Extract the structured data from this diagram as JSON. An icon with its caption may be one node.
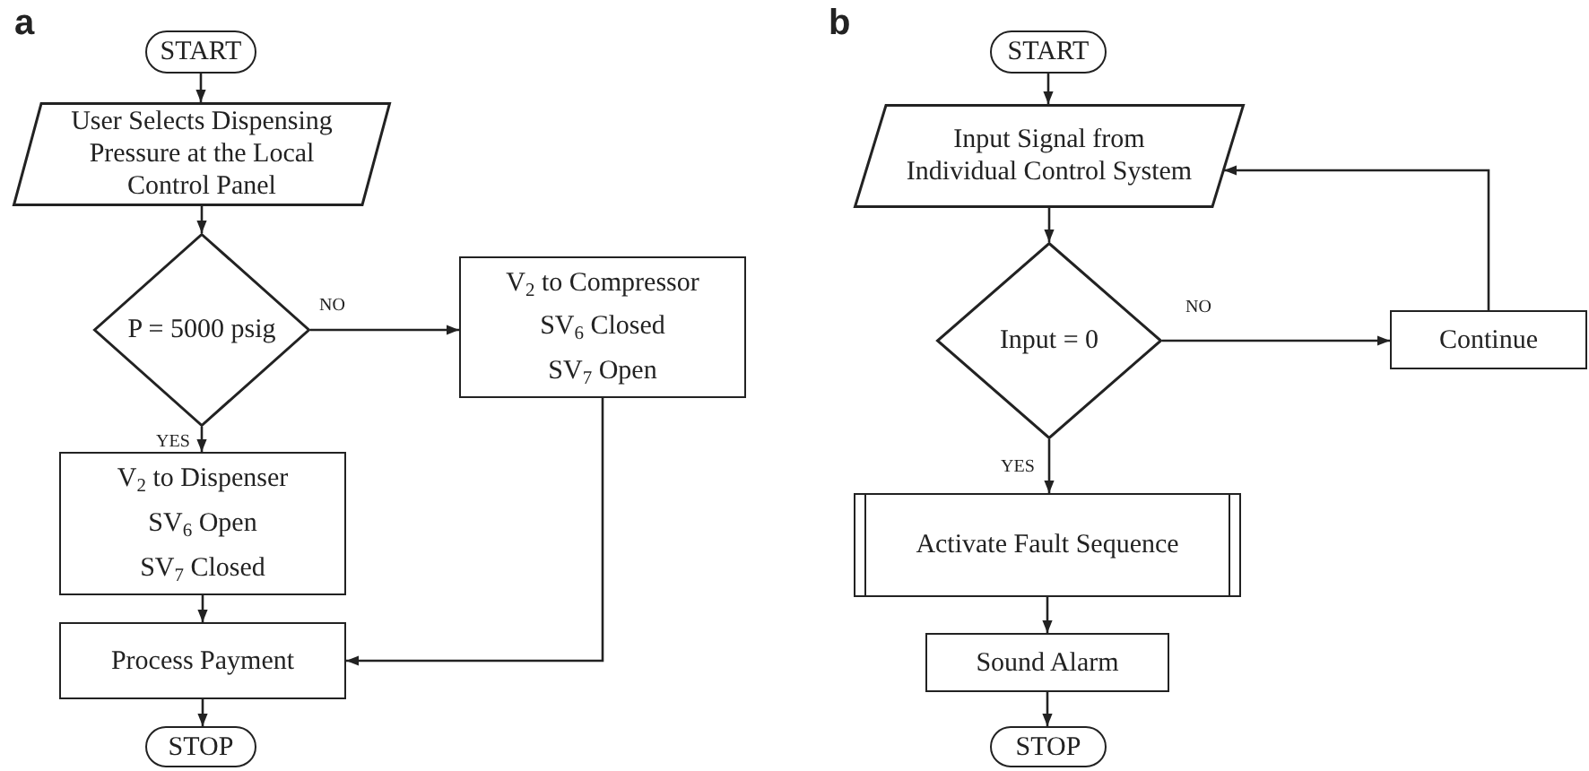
{
  "diagram": {
    "nodes": [
      {
        "text": [
          "START"
        ]
      },
      {
        "text": [
          "User Selects Dispensing Pressure at the Local Control Panel"
        ]
      },
      {
        "text": [
          "P = 5000 psig"
        ]
      },
      {
        "text": [
          "V$_{2}$ to Compressor",
          "SV$_{6}$ Closed",
          "SV$_{7}$ Open"
        ]
      },
      {
        "text": [
          "V$_{2}$ to Dispenser",
          "SV$_{6}$ Open",
          "SV$_{7}$ Closed"
        ]
      },
      {
        "text": [
          "Process Payment"
        ]
      },
      {
        "text": [
          "STOP"
        ]
      },
      {
        "text": [
          "START"
        ]
      },
      {
        "text": [
          "Input Signal from Individual Control System"
        ]
      },
      {
        "text": [
          "Input = 0"
        ]
      },
      {
        "text": [
          "Continue"
        ]
      },
      {
        "text": [
          "Activate Fault Sequence"
        ]
      },
      {
        "text": [
          "Sound Alarm"
        ]
      },
      {
        "text": [
          "STOP"
        ]
      }
    ],
    "edges": [
      {
        "from": 0,
        "to": 1,
        "arrow": "to"
      },
      {
        "from": 1,
        "to": 2,
        "arrow": "to"
      },
      {
        "from": 2,
        "to": 3,
        "arrow": "to",
        "label": "NO"
      },
      {
        "from": 2,
        "to": 4,
        "arrow": "to",
        "label": "YES"
      },
      {
        "from": 4,
        "to": 5,
        "arrow": "to"
      },
      {
        "from": 3,
        "to": 5,
        "arrow": "to"
      },
      {
        "from": 5,
        "to": 6,
        "arrow": "to"
      },
      {
        "from": 7,
        "to": 8,
        "arrow": "to"
      },
      {
        "from": 8,
        "to": 9,
        "arrow": "to"
      },
      {
        "from": 9,
        "to": 10,
        "arrow": "to",
        "label": "NO"
      },
      {
        "from": 9,
        "to": 11,
        "arrow": "to",
        "label": "YES"
      },
      {
        "from": 10,
        "to": 8,
        "arrow": "to"
      },
      {
        "from": 11,
        "to": 12,
        "arrow": "to"
      },
      {
        "from": 12,
        "to": 13,
        "arrow": "to"
      }
    ],
    "labels": [
      "a",
      "b"
    ]
  }
}
